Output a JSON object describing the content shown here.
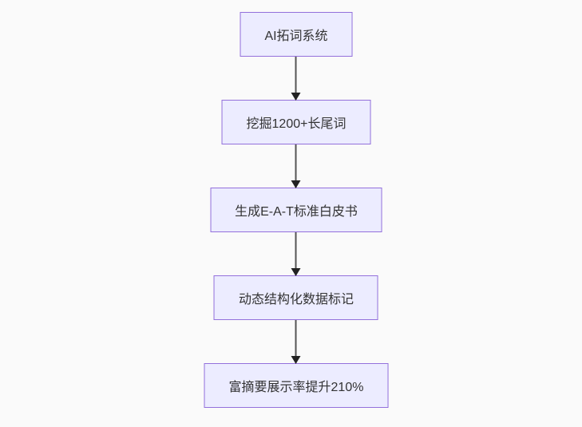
{
  "page": {
    "background_color": "#fafafa"
  },
  "flowchart": {
    "type": "flowchart",
    "direction": "top-down",
    "node_fill_color": "#ECECFF",
    "node_border_color": "#9370DB",
    "node_text_color": "#333333",
    "arrow_line_color": "#555555",
    "arrowhead_color": "#222222",
    "nodes": [
      {
        "id": "node-1",
        "label": "AI拓词系统"
      },
      {
        "id": "node-2",
        "label": "挖掘1200+长尾词"
      },
      {
        "id": "node-3",
        "label": "生成E-A-T标准白皮书"
      },
      {
        "id": "node-4",
        "label": "动态结构化数据标记"
      },
      {
        "id": "node-5",
        "label": "富摘要展示率提升210%"
      }
    ],
    "edges": [
      {
        "from": "node-1",
        "to": "node-2"
      },
      {
        "from": "node-2",
        "to": "node-3"
      },
      {
        "from": "node-3",
        "to": "node-4"
      },
      {
        "from": "node-4",
        "to": "node-5"
      }
    ]
  }
}
